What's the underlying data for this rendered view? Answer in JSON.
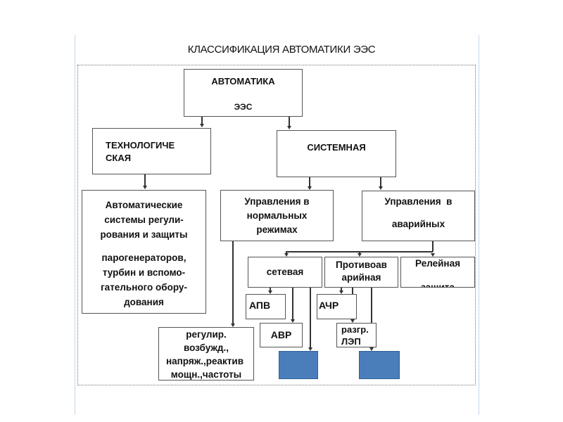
{
  "title": "КЛАССИФИКАЦИЯ АВТОМАТИКИ ЭЭС",
  "nodes": {
    "root": {
      "line1": "АВТОМАТИКА",
      "line2": "ЭЭС"
    },
    "tech": {
      "line1": "ТЕХНОЛОГИЧЕ",
      "line2": "СКАЯ"
    },
    "system": "СИСТЕМНАЯ",
    "auto_systems": {
      "line1": "Автоматические",
      "line2": "системы регули-",
      "line3": "рования и защиты",
      "line4": "парогенераторов,",
      "line5": "турбин и вспомо-",
      "line6": "гательного обору-",
      "line7": "дования"
    },
    "normal": {
      "line1": "Управления в",
      "line2": "нормальных",
      "line3": "режимах"
    },
    "emergency": {
      "line1": "Управления  в",
      "line2": "аварийных"
    },
    "network": "сетевая",
    "anti": {
      "line1": "Противоав",
      "line2": "арийная"
    },
    "relay": {
      "line1": "Релейная",
      "line2": "защита"
    },
    "apv": "АПВ",
    "avr": "АВР",
    "achr": "АЧР",
    "razgr": {
      "line1": "разгр.",
      "line2": "ЛЭП"
    },
    "regul": {
      "line1": "регулир.",
      "line2": "возбужд.,",
      "line3": "напряж.,реактив",
      "line4": "мощн.,частоты"
    }
  },
  "colors": {
    "accent": "#4a7ebb"
  }
}
